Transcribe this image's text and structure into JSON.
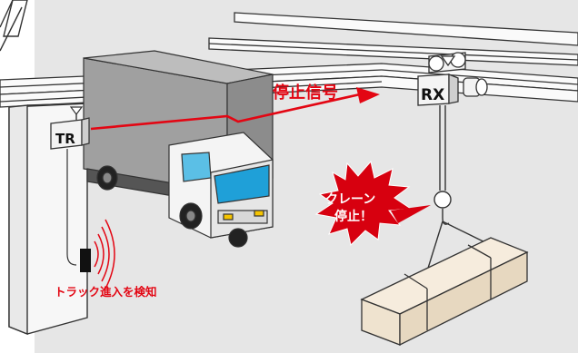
{
  "signal": {
    "label": "停止信号"
  },
  "transmitter": {
    "label": "TR"
  },
  "receiver": {
    "label": "RX"
  },
  "sensor_caption": "トラック進入を検知",
  "burst": {
    "line1": "クレーン",
    "line2": "停止！"
  },
  "colors": {
    "background": "#e6e6e6",
    "signal_red": "#e30613",
    "burst_red": "#d7000f",
    "truck_window": "#1fa0d8",
    "cargo_box": "#9a9a9a",
    "load_box": "#f1e6d4"
  }
}
